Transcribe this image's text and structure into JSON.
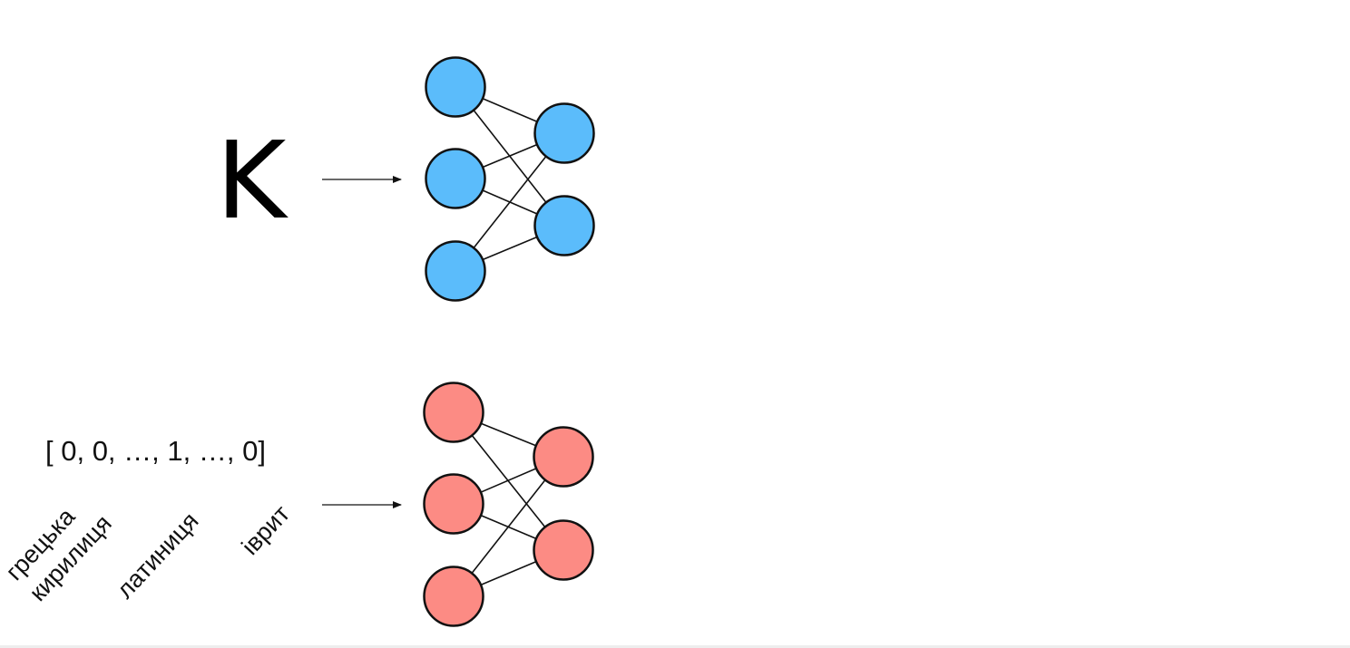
{
  "input_glyph": "K",
  "vector_text": "[ 0, 0, …, 1, …, 0]",
  "category_labels": [
    "грецька",
    "кирилиця",
    "латиниця",
    "іврит"
  ],
  "colors": {
    "top_network": "#5bbcfb",
    "bottom_network": "#fc8b84",
    "ink": "#111111",
    "background": "#ffffff"
  },
  "icons": {
    "arrow": "right-arrow-icon"
  }
}
